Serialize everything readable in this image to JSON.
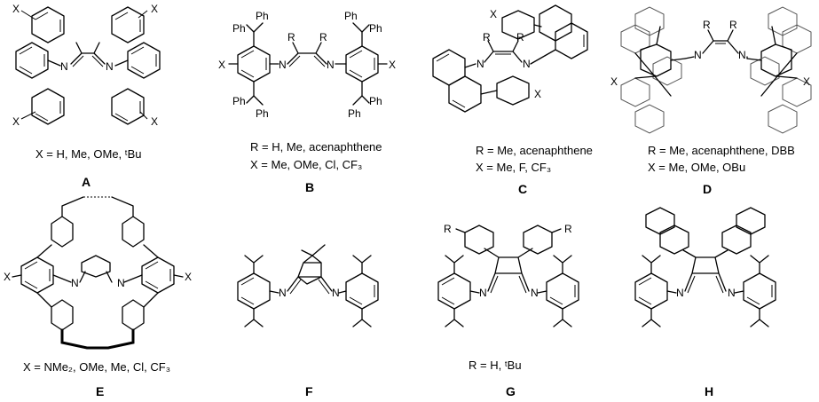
{
  "structures": [
    {
      "id": "A",
      "label": "A",
      "captions": [
        "X = H, Me, OMe, ᵗBu"
      ],
      "atoms": {
        "N1": "N",
        "N2": "N",
        "X_tl": "X",
        "X_tr": "X",
        "X_bl": "X",
        "X_br": "X"
      }
    },
    {
      "id": "B",
      "label": "B",
      "captions": [
        "R = H, Me, acenaphthene",
        "X = Me, OMe, Cl, CF₃"
      ],
      "atoms": {
        "N1": "N",
        "N2": "N",
        "R1": "R",
        "R2": "R",
        "X_l": "X",
        "X_r": "X",
        "Ph1": "Ph",
        "Ph2": "Ph",
        "Ph3": "Ph",
        "Ph4": "Ph",
        "Ph5": "Ph",
        "Ph6": "Ph",
        "Ph7": "Ph",
        "Ph8": "Ph"
      }
    },
    {
      "id": "C",
      "label": "C",
      "captions": [
        "R = Me, acenaphthene",
        "X = Me, F, CF₃"
      ],
      "atoms": {
        "N1": "N",
        "N2": "N",
        "R1": "R",
        "R2": "R",
        "X_t": "X",
        "X_b": "X"
      }
    },
    {
      "id": "D",
      "label": "D",
      "captions": [
        "R = Me, acenaphthene, DBB",
        "X = Me, OMe, OBu"
      ],
      "atoms": {
        "N1": "N",
        "N2": "N",
        "R1": "R",
        "R2": "R",
        "X_l": "X",
        "X_r": "X"
      }
    },
    {
      "id": "E",
      "label": "E",
      "captions": [
        "X = NMe₂, OMe, Me, Cl, CF₃"
      ],
      "atoms": {
        "N1": "N",
        "N2": "N",
        "X_l": "X",
        "X_r": "X"
      }
    },
    {
      "id": "F",
      "label": "F",
      "captions": [],
      "atoms": {
        "N1": "N",
        "N2": "N"
      }
    },
    {
      "id": "G",
      "label": "G",
      "captions": [
        "R = H, ᵗBu"
      ],
      "atoms": {
        "N1": "N",
        "N2": "N",
        "R1": "R",
        "R2": "R"
      }
    },
    {
      "id": "H",
      "label": "H",
      "captions": [],
      "atoms": {
        "N1": "N",
        "N2": "N"
      }
    }
  ]
}
